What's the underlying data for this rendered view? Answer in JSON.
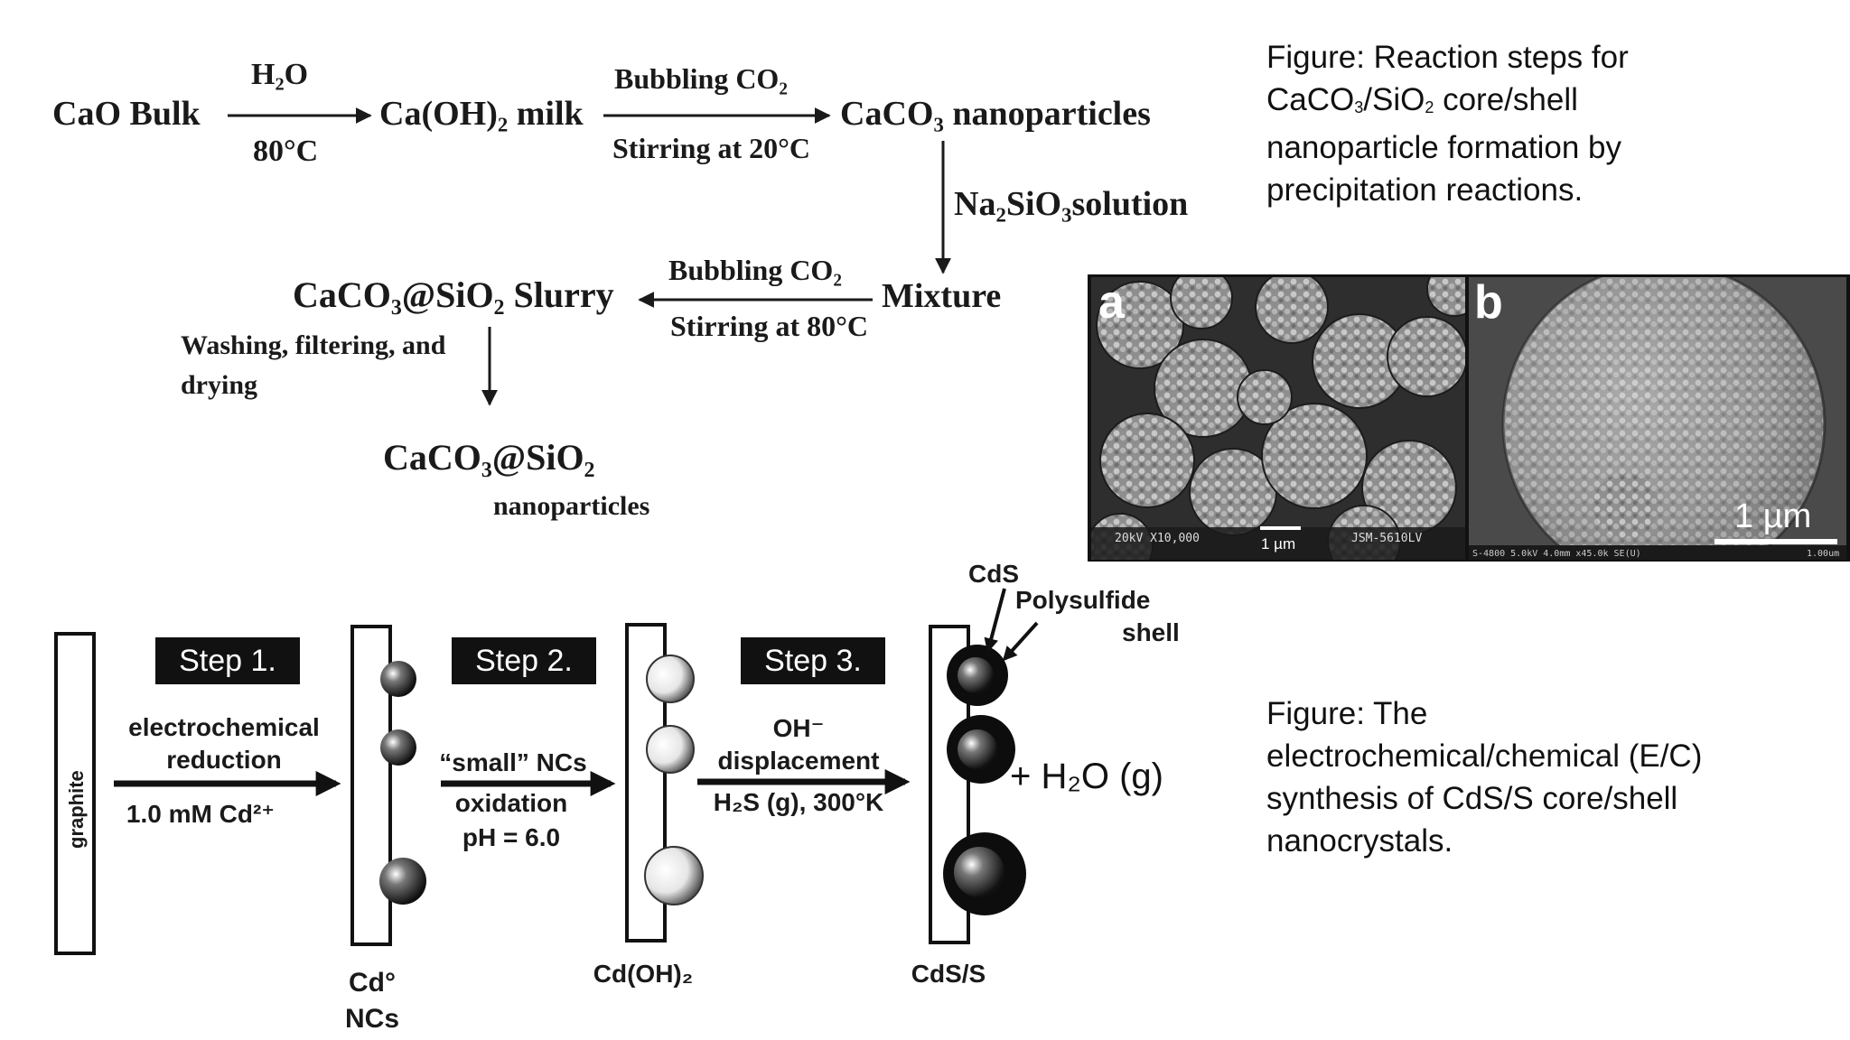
{
  "scheme1": {
    "cao_bulk": "CaO Bulk",
    "water": "H₂O",
    "temp_80": "80°C",
    "caoh2_milk": "Ca(OH)₂ milk",
    "bubbling_co2": "Bubbling CO₂",
    "stirring_20": "Stirring at 20°C",
    "caco3_nanoparticles": "CaCO₃ nanoparticles",
    "na2sio3_solution": "Na₂SiO₃solution",
    "mixture": "Mixture",
    "bubbling_co2_2": "Bubbling CO₂",
    "stirring_80": "Stirring at 80°C",
    "slurry": "CaCO₃@SiO₂ Slurry",
    "washing_line1": "Washing, filtering, and",
    "washing_line2": "drying",
    "product_line1": "CaCO₃@SiO₂",
    "product_line2": "nanoparticles"
  },
  "caption1": {
    "line1": "Figure: Reaction steps for",
    "line2_a": "CaCO",
    "line2_sub1": "3",
    "line2_b": "/SiO",
    "line2_sub2": "2",
    "line2_c": " core/shell",
    "line3": "nanoparticle formation by",
    "line4": "precipitation reactions."
  },
  "micrograph": {
    "panel_a_label": "a",
    "panel_b_label": "b",
    "panel_a_footer": "20kV   X10,000",
    "panel_a_scale": "1 µm",
    "panel_a_instrument": "JSM-5610LV",
    "panel_b_footer": "S-4800 5.0kV 4.0mm x45.0k SE(U)",
    "panel_b_scale": "1 µm",
    "panel_b_scale_small": "1.00um"
  },
  "scheme2": {
    "graphite": "graphite",
    "step1": "Step 1.",
    "step1_line1": "electrochemical",
    "step1_line2": "reduction",
    "step1_cond": "1.0 mM Cd²⁺",
    "step2": "Step 2.",
    "step2_line1": "“small” NCs",
    "step2_line2": "oxidation",
    "step2_line3": "pH = 6.0",
    "step3": "Step 3.",
    "step3_line1": "OH⁻",
    "step3_line2": "displacement",
    "step3_cond": "H₂S (g), 300°K",
    "cds": "CdS",
    "polysulfide": "Polysulfide",
    "shell": "shell",
    "water_product": "+ H₂O (g)",
    "label_cd0_1": "Cd°",
    "label_cd0_2": "NCs",
    "label_cdoh2": "Cd(OH)₂",
    "label_cdss": "CdS/S"
  },
  "caption2": {
    "line1": "Figure: The",
    "line2": "electrochemical/chemical (E/C)",
    "line3": "synthesis of CdS/S core/shell",
    "line4": "nanocrystals."
  },
  "colors": {
    "text": "#1a1a1a",
    "label_box": "#111111",
    "micrograph_bg": "#3a3a3a"
  }
}
